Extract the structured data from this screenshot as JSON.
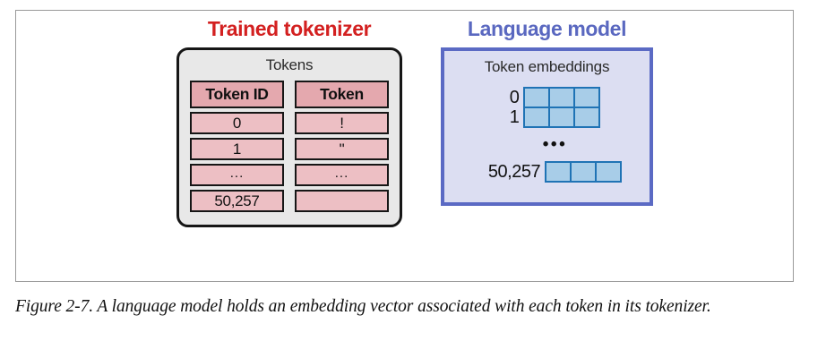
{
  "figure": {
    "caption": "Figure 2-7. A language model holds an embedding vector associated with each token in its tokenizer."
  },
  "colors": {
    "tokenizer_title": "#d32020",
    "language_model_title": "#5a68c0",
    "tokenizer_panel_fill": "#e8e8e8",
    "tokenizer_panel_border": "#161616",
    "table_header_fill": "#e4a8ae",
    "table_cell_fill": "#edbfc4",
    "lm_panel_fill": "#dcdef2",
    "lm_panel_border": "#5b6ac4",
    "embedding_cell_fill": "#a8cde8",
    "embedding_cell_border": "#1f73b5"
  },
  "tokenizer": {
    "title": "Trained tokenizer",
    "panel_heading": "Tokens",
    "columns": [
      {
        "header": "Token ID",
        "cells": [
          "0",
          "1",
          "...",
          "50,257"
        ]
      },
      {
        "header": "Token",
        "cells": [
          "!",
          "\"",
          "...",
          ""
        ]
      }
    ]
  },
  "language_model": {
    "title": "Language model",
    "panel_heading": "Token embeddings",
    "separator": "•••",
    "embedding_blocks": [
      {
        "labels": [
          "0",
          "1"
        ],
        "rows": 2,
        "cols": 3
      },
      {
        "labels": [
          "50,257"
        ],
        "rows": 1,
        "cols": 3
      }
    ]
  }
}
